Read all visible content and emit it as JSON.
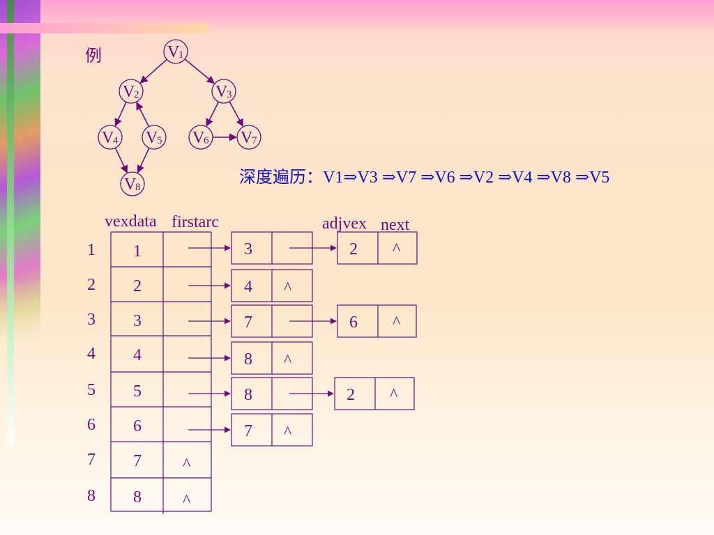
{
  "example_label": "例",
  "nodes": [
    {
      "id": "v1",
      "label": "V",
      "sub": "1"
    },
    {
      "id": "v2",
      "label": "V",
      "sub": "2"
    },
    {
      "id": "v3",
      "label": "V",
      "sub": "3"
    },
    {
      "id": "v4",
      "label": "V",
      "sub": "4"
    },
    {
      "id": "v5",
      "label": "V",
      "sub": "5"
    },
    {
      "id": "v6",
      "label": "V",
      "sub": "6"
    },
    {
      "id": "v7",
      "label": "V",
      "sub": "7"
    },
    {
      "id": "v8",
      "label": "V",
      "sub": "8"
    }
  ],
  "edges": [
    [
      "v1",
      "v2"
    ],
    [
      "v1",
      "v3"
    ],
    [
      "v2",
      "v4"
    ],
    [
      "v5",
      "v2"
    ],
    [
      "v3",
      "v6"
    ],
    [
      "v3",
      "v7"
    ],
    [
      "v6",
      "v7"
    ],
    [
      "v4",
      "v8"
    ],
    [
      "v5",
      "v8"
    ]
  ],
  "traversal": "深度遍历：V1⇒V3 ⇒V7 ⇒V6 ⇒V2 ⇒V4 ⇒V8 ⇒V5",
  "headers": {
    "vexdata": "vexdata",
    "firstarc": "firstarc",
    "adjvex": "adjvex",
    "next": "next"
  },
  "rows": [
    {
      "index": "1",
      "vexdata": "1",
      "firstarc_null": "",
      "arcs": [
        {
          "adjvex": "3",
          "next": ""
        },
        {
          "adjvex": "2",
          "next": "^"
        }
      ]
    },
    {
      "index": "2",
      "vexdata": "2",
      "firstarc_null": "",
      "arcs": [
        {
          "adjvex": "4",
          "next": "^"
        }
      ]
    },
    {
      "index": "3",
      "vexdata": "3",
      "firstarc_null": "",
      "arcs": [
        {
          "adjvex": "7",
          "next": ""
        },
        {
          "adjvex": "6",
          "next": "^"
        }
      ]
    },
    {
      "index": "4",
      "vexdata": "4",
      "firstarc_null": "",
      "arcs": [
        {
          "adjvex": "8",
          "next": "^"
        }
      ]
    },
    {
      "index": "5",
      "vexdata": "5",
      "firstarc_null": "",
      "arcs": [
        {
          "adjvex": "8",
          "next": ""
        },
        {
          "adjvex": "2",
          "next": "^"
        }
      ]
    },
    {
      "index": "6",
      "vexdata": "6",
      "firstarc_null": "",
      "arcs": [
        {
          "adjvex": "7",
          "next": "^"
        }
      ]
    },
    {
      "index": "7",
      "vexdata": "7",
      "firstarc_null": "^",
      "arcs": []
    },
    {
      "index": "8",
      "vexdata": "8",
      "firstarc_null": "^",
      "arcs": []
    }
  ],
  "colors": {
    "ink": "#6b0d78",
    "traversal": "#1010c8"
  }
}
